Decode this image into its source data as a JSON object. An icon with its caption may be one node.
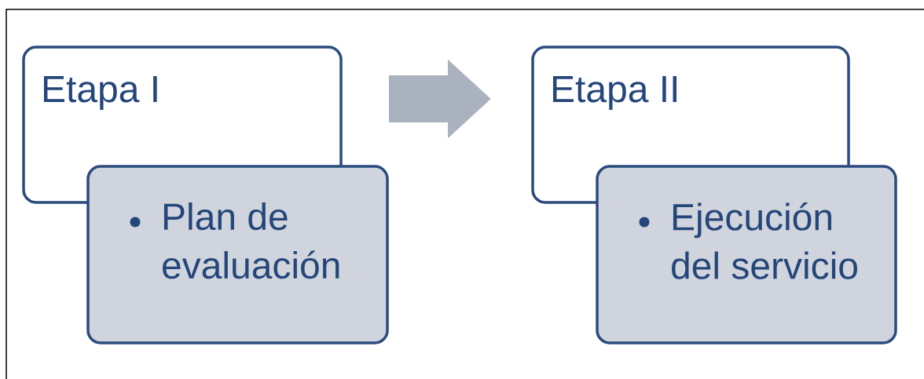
{
  "diagram": {
    "nodes": [
      {
        "text": [
          "Etapa I"
        ]
      },
      {
        "text": [
          "Plan de evaluación"
        ]
      },
      {
        "text": [
          "Etapa II"
        ]
      },
      {
        "text": [
          "Ejecución del servicio"
        ]
      }
    ],
    "edges": [
      {
        "from": 0,
        "to": 2,
        "arrow": "to",
        "color": "#aab1bf"
      }
    ]
  }
}
